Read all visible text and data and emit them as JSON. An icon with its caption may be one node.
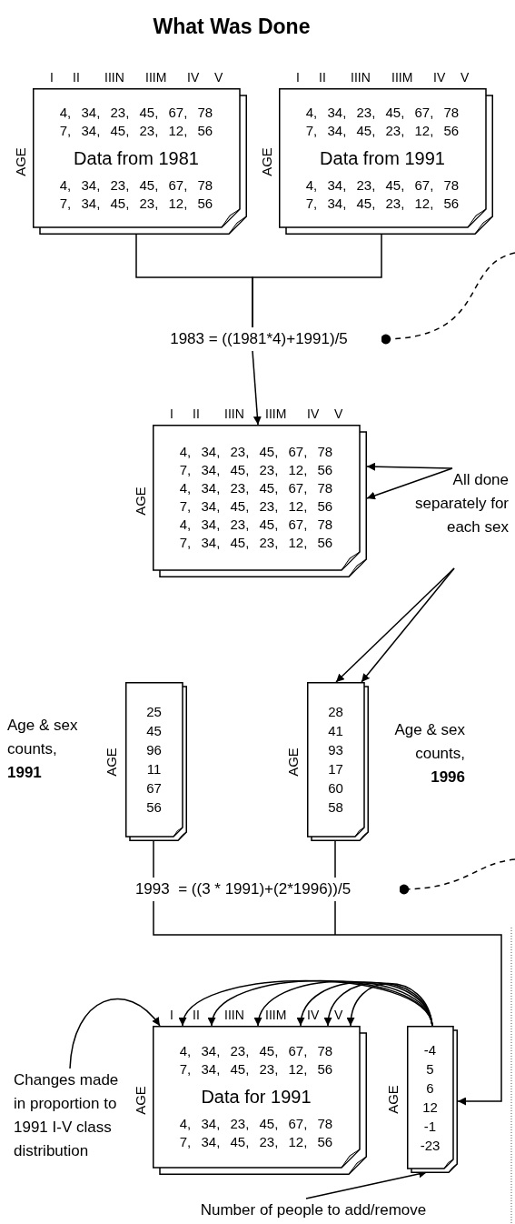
{
  "diagram": {
    "title": "What Was Done",
    "nodes": [
      {
        "text": [
          "I",
          "II",
          "IIIN",
          "IIIM",
          "IV",
          "V",
          "4, 34, 23, 45, 67, 78",
          "7, 34, 45, 23, 12, 56",
          "Data from 1981",
          "4, 34, 23, 45, 67, 78",
          "7, 34, 45, 23, 12, 56"
        ],
        "beside": [
          "AGE"
        ]
      },
      {
        "text": [
          "I",
          "II",
          "IIIN",
          "IIIM",
          "IV",
          "V",
          "4, 34, 23, 45, 67, 78",
          "7, 34, 45, 23, 12, 56",
          "Data from 1991",
          "4, 34, 23, 45, 67, 78",
          "7, 34, 45, 23, 12, 56"
        ],
        "beside": [
          "AGE"
        ]
      },
      {
        "text": [
          "1983 = ((1981*4)+1991)/5"
        ]
      },
      {
        "text": [
          "I",
          "II",
          "IIIN",
          "IIIM",
          "IV",
          "V",
          "4, 34, 23, 45, 67, 78",
          "7, 34, 45, 23, 12, 56",
          "4, 34, 23, 45, 67, 78",
          "7, 34, 45, 23, 12, 56",
          "4, 34, 23, 45, 67, 78",
          "7, 34, 45, 23, 12, 56"
        ],
        "beside": [
          "AGE"
        ]
      },
      {
        "text": [
          "All done separately for each sex"
        ]
      },
      {
        "text": [
          "Age & sex counts, **1991**"
        ]
      },
      {
        "text": [
          "25",
          "45",
          "96",
          "11",
          "67",
          "56"
        ],
        "beside": [
          "AGE"
        ]
      },
      {
        "text": [
          "28",
          "41",
          "93",
          "17",
          "60",
          "58"
        ],
        "beside": [
          "AGE"
        ]
      },
      {
        "text": [
          "Age & sex counts, **1996**"
        ]
      },
      {
        "text": [
          "1993  = ((3 * 1991)+(2*1996))/5"
        ]
      },
      {
        "text": [
          "Changes made in proportion to 1991 I-V class distribution"
        ]
      },
      {
        "text": [
          "I",
          "II",
          "IIIN",
          "IIIM",
          "IV",
          "V",
          "4, 34, 23, 45, 67, 78",
          "7, 34, 45, 23, 12, 56",
          "Data for 1991",
          "4, 34, 23, 45, 67, 78",
          "7, 34, 45, 23, 12, 56"
        ],
        "beside": [
          "AGE"
        ]
      },
      {
        "text": [
          "-4",
          "5",
          "6",
          "12",
          "-1",
          "-23"
        ],
        "beside": [
          "AGE"
        ]
      },
      {
        "text": [
          "Number of people to add/remove"
        ]
      }
    ],
    "edges": [
      {
        "from": 0,
        "to": 2,
        "arrow": "none"
      },
      {
        "from": 1,
        "to": 2,
        "arrow": "none"
      },
      {
        "from": 2,
        "to": 3,
        "arrow": "to"
      },
      {
        "from": null,
        "to": 2,
        "arrow": "other",
        "style": "dashed"
      },
      {
        "from": 4,
        "to": 3,
        "arrow": "to"
      },
      {
        "from": 4,
        "to": 3,
        "arrow": "to"
      },
      {
        "from": 4,
        "to": 7,
        "arrow": "to"
      },
      {
        "from": 4,
        "to": 7,
        "arrow": "to"
      },
      {
        "from": 6,
        "to": 9,
        "arrow": "none"
      },
      {
        "from": 7,
        "to": 9,
        "arrow": "none"
      },
      {
        "from": null,
        "to": 9,
        "arrow": "other",
        "style": "dashed"
      },
      {
        "from": 9,
        "to": 12,
        "arrow": "to"
      },
      {
        "from": 10,
        "to": 11,
        "arrow": "to"
      },
      {
        "from": 12,
        "to": 11,
        "arrow": "to"
      },
      {
        "from": 12,
        "to": 11,
        "arrow": "to"
      },
      {
        "from": 12,
        "to": 11,
        "arrow": "to"
      },
      {
        "from": 12,
        "to": 11,
        "arrow": "to"
      },
      {
        "from": 12,
        "to": 11,
        "arrow": "to"
      },
      {
        "from": 12,
        "to": 11,
        "arrow": "to"
      },
      {
        "from": 13,
        "to": 12,
        "arrow": "to"
      }
    ]
  }
}
